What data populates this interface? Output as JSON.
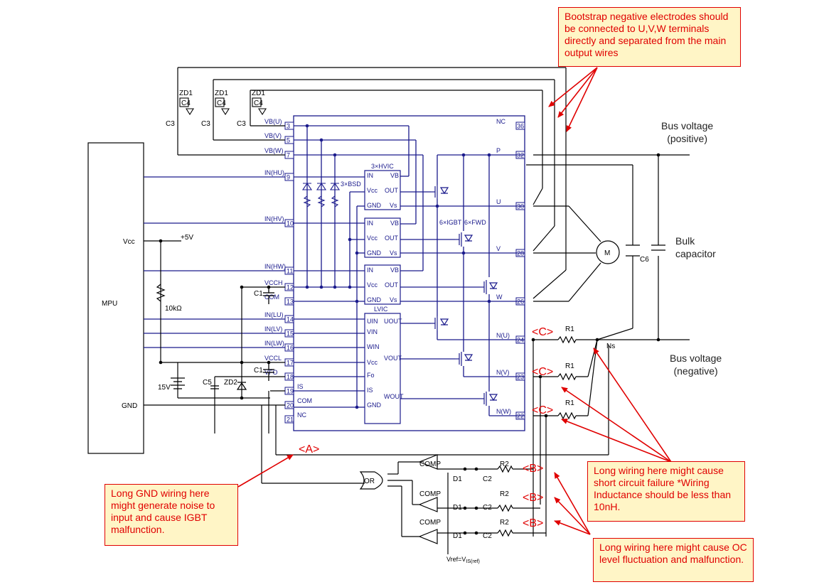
{
  "notes": {
    "bootstrap": "Bootstrap negative electrodes should be connected to U,V,W terminals directly and separated from the main output wires",
    "short_circuit": "Long wiring here might cause short circuit failure *Wiring Inductance should be less than 10nH.",
    "gnd": "Long GND wiring here might generate noise to input and cause IGBT malfunction.",
    "oc": "Long wiring here might cause OC level fluctuation and malfunction."
  },
  "labels": {
    "bus_pos_1": "Bus voltage",
    "bus_pos_2": "(positive)",
    "bus_neg_1": "Bus voltage",
    "bus_neg_2": "(negative)",
    "bulk_1": "Bulk",
    "bulk_2": "capacitor",
    "mpu": "MPU",
    "vcc": "Vcc",
    "gnd": "GND",
    "plus5v": "+5V",
    "r10k": "10kΩ",
    "v15": "15V",
    "motor": "M",
    "ns": "Ns",
    "or": "OR",
    "vref": "Vref=V",
    "vref_sub": "IS(ref)",
    "hvic": "3×HVIC",
    "lvic": "LVIC",
    "bsd": "3×BSD",
    "igbt": "6×IGBT",
    "fwd": "6×FWD"
  },
  "markers": {
    "a": "<A>",
    "b": "<B>",
    "c": "<C>"
  },
  "components": {
    "zd1": "ZD1",
    "c3": "C3",
    "c4": "C4",
    "c1": "C1",
    "c5": "C5",
    "zd2": "ZD2",
    "c6": "C6",
    "r1": "R1",
    "r2": "R2",
    "d1": "D1",
    "c2": "C2",
    "comp": "COMP"
  },
  "left_pins": [
    {
      "num": "3",
      "label": "VB(U)"
    },
    {
      "num": "5",
      "label": "VB(V)"
    },
    {
      "num": "7",
      "label": "VB(W)"
    },
    {
      "num": "9",
      "label": "IN(HU)"
    },
    {
      "num": "10",
      "label": "IN(HV)"
    },
    {
      "num": "11",
      "label": "IN(HW)"
    },
    {
      "num": "12",
      "label": "VCCH"
    },
    {
      "num": "13",
      "label": "COM"
    },
    {
      "num": "14",
      "label": "IN(LU)"
    },
    {
      "num": "15",
      "label": "IN(LV)"
    },
    {
      "num": "16",
      "label": "IN(LW)"
    },
    {
      "num": "17",
      "label": "VCCL"
    },
    {
      "num": "18",
      "label": "VFO"
    },
    {
      "num": "19",
      "label": "IS"
    },
    {
      "num": "20",
      "label": "COM"
    },
    {
      "num": "21",
      "label": "NC"
    }
  ],
  "right_pins": [
    {
      "num": "36",
      "label": "NC"
    },
    {
      "num": "32",
      "label": "P"
    },
    {
      "num": "30",
      "label": "U"
    },
    {
      "num": "28",
      "label": "V"
    },
    {
      "num": "26",
      "label": "W"
    },
    {
      "num": "24",
      "label": "N(U)"
    },
    {
      "num": "23",
      "label": "N(V)"
    },
    {
      "num": "22",
      "label": "N(W)"
    }
  ],
  "hvic_pins": [
    "IN",
    "Vcc",
    "GND",
    "VB",
    "OUT",
    "Vs"
  ],
  "lvic_pins": [
    "UIN",
    "VIN",
    "WIN",
    "Vcc",
    "Fo",
    "IS",
    "GND",
    "UOUT",
    "VOUT",
    "WOUT"
  ]
}
